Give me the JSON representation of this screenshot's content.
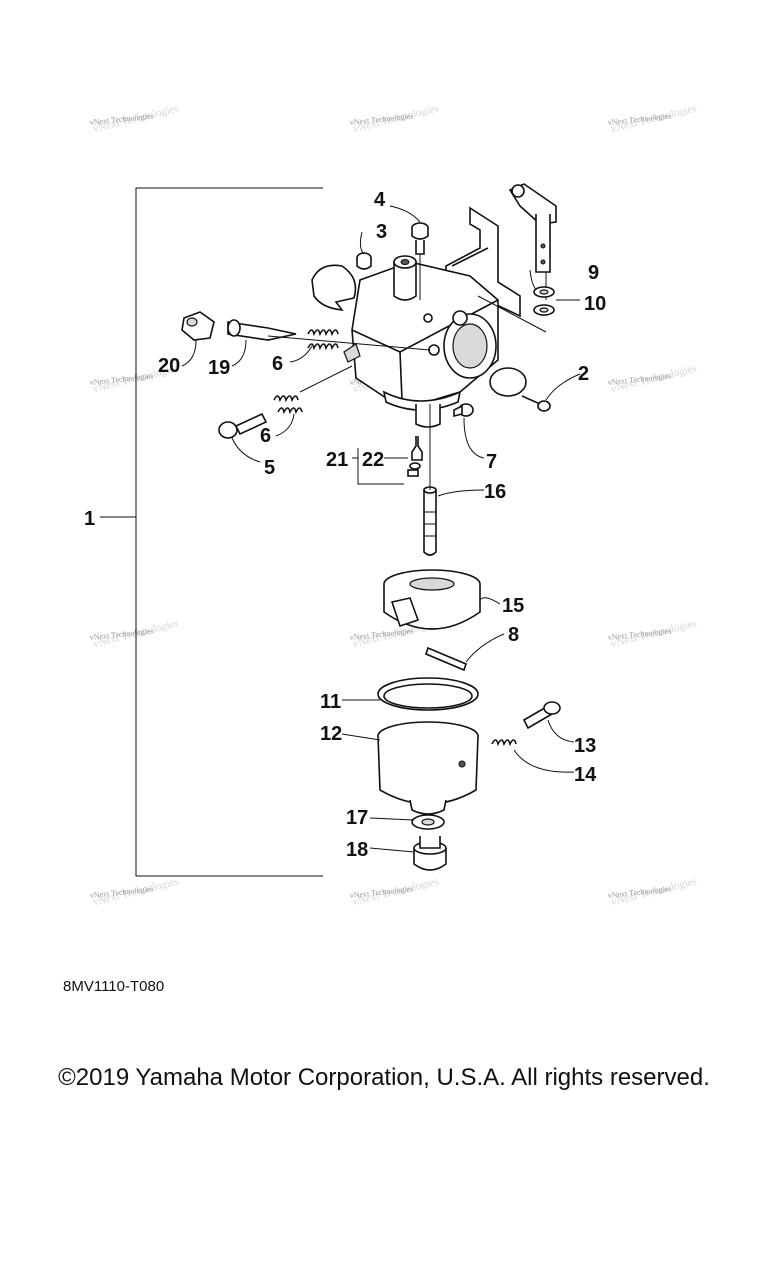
{
  "diagram": {
    "callouts": [
      "1",
      "2",
      "3",
      "4",
      "5",
      "6",
      "6",
      "7",
      "8",
      "9",
      "10",
      "11",
      "12",
      "13",
      "14",
      "15",
      "16",
      "17",
      "18",
      "19",
      "20",
      "21",
      "22"
    ],
    "watermark": "vNext Technologies",
    "code": "8MV1110-T080"
  },
  "footer": {
    "copyright": "©2019 Yamaha Motor Corporation, U.S.A. All rights reserved."
  }
}
